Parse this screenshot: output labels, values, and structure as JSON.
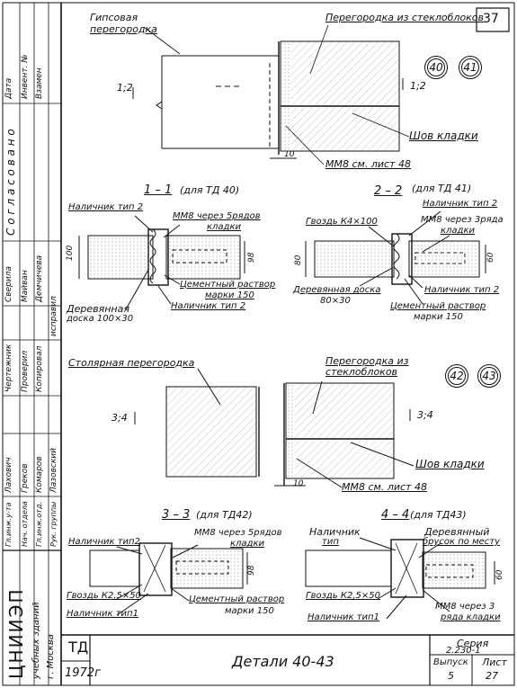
{
  "sheet_number": "37",
  "side_column": {
    "date": "Дата",
    "inv_no": "Инвент. №",
    "replaced": "Взамен",
    "agreed": "С о г л а с о в а н о",
    "checked": "Сверила",
    "maivan": "Майван",
    "dmitrieva": "Демчичева",
    "corrected": "исправил",
    "draftsman": "Чертежник",
    "checked_by": "Проверил",
    "copier": "Копировал",
    "lakhovich": "Лахович",
    "grekov": "Греков",
    "komarov": "Комаров",
    "lazovsky": "Лазовский",
    "dept_head": "Гл.инж.у-та",
    "nach_otd": "Нач. отдела",
    "gl_inzh_otd": "Гл.инж.отд.",
    "ruk_gr": "Рук. группы",
    "institute": "ЦНИИЭП",
    "institute_sub": "учебных зданий",
    "city": "г. Москва"
  },
  "top_detail": {
    "circles": [
      "40",
      "41"
    ],
    "label_gypsum": "Гипсовая",
    "label_gypsum2": "перегородка",
    "label_glass": "Перегородка из стеклоблоков",
    "cut_left": "1;2",
    "cut_right": "1;2",
    "seam": "Шов кладки",
    "dim10": "10",
    "mm8": "ММ8 см. лист 48"
  },
  "section_1": {
    "title": "1 – 1",
    "subtitle": "(для ТД 40)",
    "trim2": "Наличник тип 2",
    "mm8": "ММ8 через 5рядов",
    "mm8b": "кладки",
    "dim100": "100",
    "dim98": "98",
    "mortar": "Цементный раствор",
    "mortar2": "марки 150",
    "board": "Деревянная",
    "board2": "доска 100×30",
    "trim2b": "Наличник тип 2"
  },
  "section_2": {
    "title": "2 – 2",
    "subtitle": "(для ТД 41)",
    "trim2": "Наличник тип 2",
    "nail": "Гвоздь К4×100",
    "mm8": "ММ8 через 3ряда",
    "mm8b": "кладки",
    "dim80": "80",
    "dim60": "60",
    "board": "Деревянная доска",
    "board2": "80×30",
    "trim2b": "Наличник тип 2",
    "mortar": "Цементный раствор",
    "mortar2": "марки 150"
  },
  "middle_detail": {
    "circles": [
      "42",
      "43"
    ],
    "label_joinery": "Столярная перегородка",
    "label_glass": "Перегородка из",
    "label_glass2": "стеклоблоков",
    "cut_left": "3;4",
    "cut_right": "3;4",
    "seam": "Шов кладки",
    "dim10": "10",
    "mm8": "ММ8 см. лист 48"
  },
  "section_3": {
    "title": "3 – 3",
    "subtitle": "(для ТД42)",
    "trim2": "Наличник тип2",
    "mm8": "ММ8 через 5рядов",
    "mm8b": "кладки",
    "dim98": "98",
    "nail": "Гвоздь К2,5×50",
    "mortar": "Цементный раствор",
    "mortar2": "марки 150",
    "trim1": "Наличник тип1"
  },
  "section_4": {
    "title": "4 – 4",
    "subtitle": "(для ТД43)",
    "trim": "Наличник",
    "trim_b": "тип",
    "bar": "Деревянный",
    "bar2": "брусок по месту",
    "dim60": "60",
    "nail": "Гвоздь К2,5×50",
    "mm8": "ММ8 через 3",
    "mm8b": "ряда кладки",
    "trim1": "Наличник тип1"
  },
  "title_block": {
    "td": "ТД",
    "year": "1972г",
    "title": "Детали 40-43",
    "series_label": "Серия",
    "series_value": "2.230-1",
    "issue_label": "Выпуск",
    "issue_value": "5",
    "sheet_label": "Лист",
    "sheet_value": "27"
  }
}
